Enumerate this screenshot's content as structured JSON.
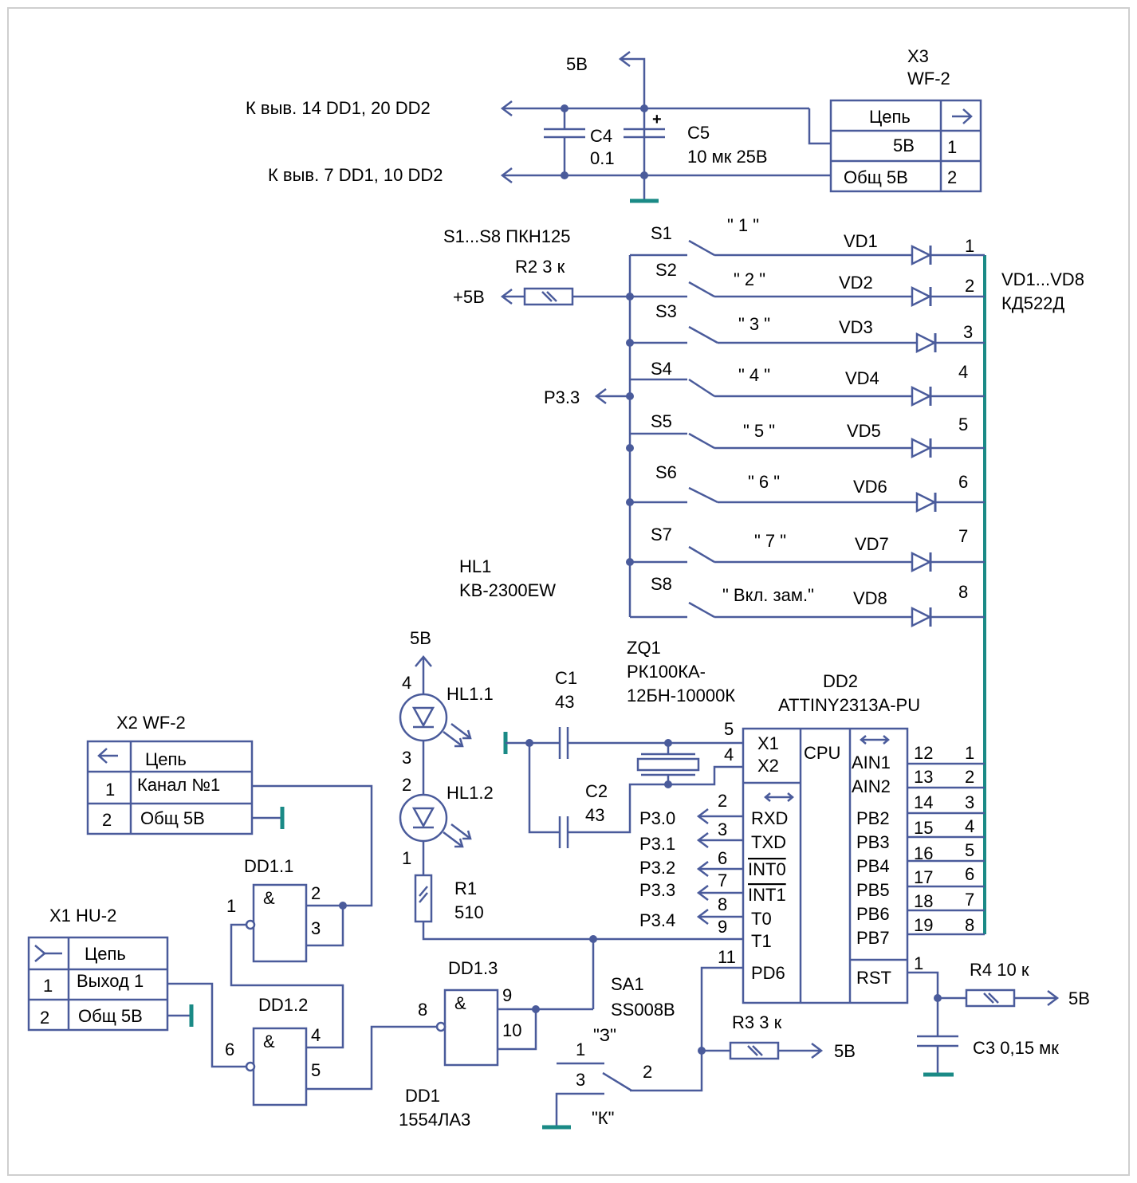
{
  "colors": {
    "wire": "#4a5b9b",
    "bus": "#1a8a86",
    "ground": "#1a8a86",
    "border": "#cfcfcf"
  },
  "power": {
    "supply_5v": "5В",
    "line_top": "К выв. 14 DD1,  20 DD2",
    "line_bottom": "К выв. 7 DD1, 10 DD2",
    "c4_name": "C4",
    "c4_value": "0.1",
    "c5_name": "C5",
    "c5_value": "10 мк 25В"
  },
  "x3": {
    "ref": "X3",
    "type": "WF-2",
    "header": "Цепь",
    "rows": [
      {
        "net": "5В",
        "pin": "1"
      },
      {
        "net": "Общ 5В",
        "pin": "2"
      }
    ]
  },
  "switches": {
    "title": "S1...S8 ПКН125",
    "r2": "R2 3 к",
    "plus5v": "+5В",
    "p33": "P3.3",
    "items": [
      {
        "s": "S1",
        "label": "\" 1 \"",
        "vd": "VD1",
        "pin": "1"
      },
      {
        "s": "S2",
        "label": "\" 2 \"",
        "vd": "VD2",
        "pin": "2"
      },
      {
        "s": "S3",
        "label": "\" 3 \"",
        "vd": "VD3",
        "pin": "3"
      },
      {
        "s": "S4",
        "label": "\" 4 \"",
        "vd": "VD4",
        "pin": "4"
      },
      {
        "s": "S5",
        "label": "\" 5 \"",
        "vd": "VD5",
        "pin": "5"
      },
      {
        "s": "S6",
        "label": "\" 6 \"",
        "vd": "VD6",
        "pin": "6"
      },
      {
        "s": "S7",
        "label": "\" 7 \"",
        "vd": "VD7",
        "pin": "7"
      },
      {
        "s": "S8",
        "label": "\" Вкл. зам.\"",
        "vd": "VD8",
        "pin": "8"
      }
    ],
    "diodes_ref": "VD1...VD8",
    "diodes_type": "КД522Д"
  },
  "hl1": {
    "ref": "HL1",
    "type": "KB-2300EW",
    "supply": "5В",
    "hl11": "HL1.1",
    "hl12": "HL1.2",
    "pin4": "4",
    "pin3": "3",
    "pin2": "2",
    "pin1": "1",
    "r1_name": "R1",
    "r1_value": "510"
  },
  "crystal": {
    "c1_name": "C1",
    "c1_value": "43",
    "c2_name": "C2",
    "c2_value": "43",
    "zq_ref": "ZQ1",
    "zq_type1": "РК100КА-",
    "zq_type2": "12БН-10000К"
  },
  "dd2": {
    "ref": "DD2",
    "type": "ATTINY2313A-PU",
    "cpu": "CPU",
    "left_pins": [
      {
        "num": "5",
        "name": "X1"
      },
      {
        "num": "4",
        "name": "X2"
      },
      {
        "num": "2",
        "name": "RXD"
      },
      {
        "num": "3",
        "name": "TXD"
      },
      {
        "num": "6",
        "name": "INT0"
      },
      {
        "num": "7",
        "name": "INT1"
      },
      {
        "num": "8",
        "name": "T0"
      },
      {
        "num": "9",
        "name": "T1"
      },
      {
        "num": "11",
        "name": "PD6"
      }
    ],
    "port_labels": [
      "P3.0",
      "P3.1",
      "P3.2",
      "P3.3",
      "P3.4"
    ],
    "right_pins": [
      {
        "num": "12",
        "name": "AIN1",
        "bus": "1"
      },
      {
        "num": "13",
        "name": "AIN2",
        "bus": "2"
      },
      {
        "num": "14",
        "name": "PB2",
        "bus": "3"
      },
      {
        "num": "15",
        "name": "PB3",
        "bus": "4"
      },
      {
        "num": "16",
        "name": "PB4",
        "bus": "5"
      },
      {
        "num": "17",
        "name": "PB5",
        "bus": "6"
      },
      {
        "num": "18",
        "name": "PB6",
        "bus": "7"
      },
      {
        "num": "19",
        "name": "PB7",
        "bus": "8"
      }
    ],
    "rst_name": "RST",
    "rst_pin": "1"
  },
  "reset": {
    "r4": "R4 10 к",
    "supply": "5В",
    "c3": "C3 0,15 мк"
  },
  "x2": {
    "ref": "X2 WF-2",
    "header": "Цепь",
    "rows": [
      {
        "pin": "1",
        "net": "Канал №1"
      },
      {
        "pin": "2",
        "net": "Общ 5В"
      }
    ]
  },
  "x1": {
    "ref": "X1 HU-2",
    "header": "Цепь",
    "rows": [
      {
        "pin": "1",
        "net": "Выход 1"
      },
      {
        "pin": "2",
        "net": "Общ 5В"
      }
    ]
  },
  "gates": {
    "amp": "&",
    "dd11": {
      "ref": "DD1.1",
      "out": "1",
      "in1": "2",
      "in2": "3"
    },
    "dd12": {
      "ref": "DD1.2",
      "out": "6",
      "in1": "4",
      "in2": "5"
    },
    "dd13": {
      "ref": "DD1.3",
      "out": "8",
      "in1": "9",
      "in2": "10"
    },
    "dd1_ref": "DD1",
    "dd1_type": "1554ЛА3"
  },
  "sa1": {
    "ref": "SA1",
    "type": "SS008B",
    "pos_top": "\"З\"",
    "pos_bottom": "\"К\"",
    "p1": "1",
    "p2": "2",
    "p3": "3"
  },
  "r3": {
    "label": "R3 3 к",
    "supply": "5В"
  }
}
